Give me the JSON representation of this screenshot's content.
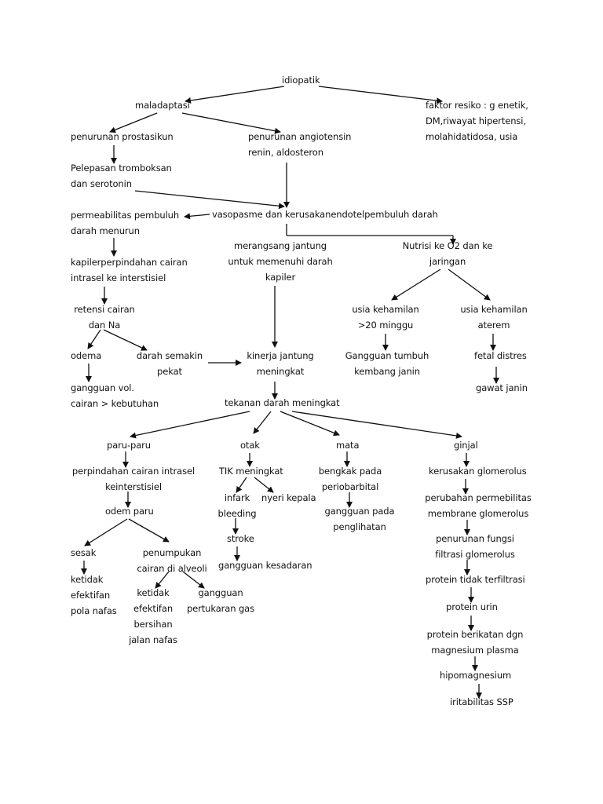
{
  "nodes": {
    "idiopatik": "idiopatik",
    "maladaptasi": "maladaptasi",
    "faktor_resiko": "faktor resiko : g enetik,\nDM,riwayat hipertensi,\nmolahidatidosa, usia",
    "penurunan_prostasikun": "penurunan prostasikun",
    "penurunan_angiotensin": "penurunan angiotensin\nrenin, aldosteron",
    "pelepasan_tromboksan": "Pelepasan tromboksan\ndan serotonin",
    "vasopasme": "vasopasme dan kerusakanendotelpembuluh darah",
    "permeabilitas": "permeabilitas pembuluh\ndarah menurun",
    "merangsang_jantung": "merangsang jantung\nuntuk memenuhi darah\nkapiler",
    "nutrisi": "Nutrisi ke O2 dan ke\njaringan",
    "kapilerperpindahan": "kapilerperpindahan cairan\nintrasel ke interstisiel",
    "retensi": "retensi cairan\ndan Na",
    "usia_20": "usia kehamilan\n>20 minggu",
    "usia_aterem": "usia kehamilan\naterem",
    "odema": "odema",
    "darah_pekat": "darah semakin\npekat",
    "kinerja_jantung": "kinerja jantung\nmeningkat",
    "gangguan_tumbuh": "Gangguan tumbuh\nkembang janin",
    "fetal_distres": "fetal distres",
    "gangguan_vol": "gangguan vol.\ncairan > kebutuhan",
    "gawat_janin": "gawat janin",
    "tekanan_darah": "tekanan darah meningkat",
    "paru": "paru-paru",
    "otak": "otak",
    "mata": "mata",
    "ginjal": "ginjal",
    "perpindahan_paru": "perpindahan cairan intrasel\nkeinterstisiel",
    "tik": "TIK meningkat",
    "bengkak": "bengkak pada\nperiobarbital",
    "kerusakan_glomerolus": "kerusakan glomerolus",
    "infark": "infark\nbleeding",
    "nyeri_kepala": "nyeri kepala",
    "gangguan_penglihatan": "gangguan pada\npenglihatan",
    "perubahan_permebilitas": "perubahan permebilitas\nmembrane glomerolus",
    "odem_paru": "odem paru",
    "stroke": "stroke",
    "penurunan_fungsi": "penurunan fungsi\nfiltrasi glomerolus",
    "sesak": "sesak",
    "penumpukan": "penumpukan\ncairan di alveoli",
    "gangguan_kesadaran": "gangguan kesadaran",
    "protein_tidak": "protein tidak terfiltrasi",
    "ketidak_pola": "ketidak\nefektifan\npola nafas",
    "ketidak_jalan": "ketidak\nefektifan\nbersihan\njalan nafas",
    "gangguan_pertukaran": "gangguan\npertukaran gas",
    "protein_urin": "protein urin",
    "protein_berikatan": "protein berikatan dgn\nmagnesium plasma",
    "hipomagnesium": "hipomagnesium",
    "iritabilitas": "iritabilitas SSP"
  }
}
